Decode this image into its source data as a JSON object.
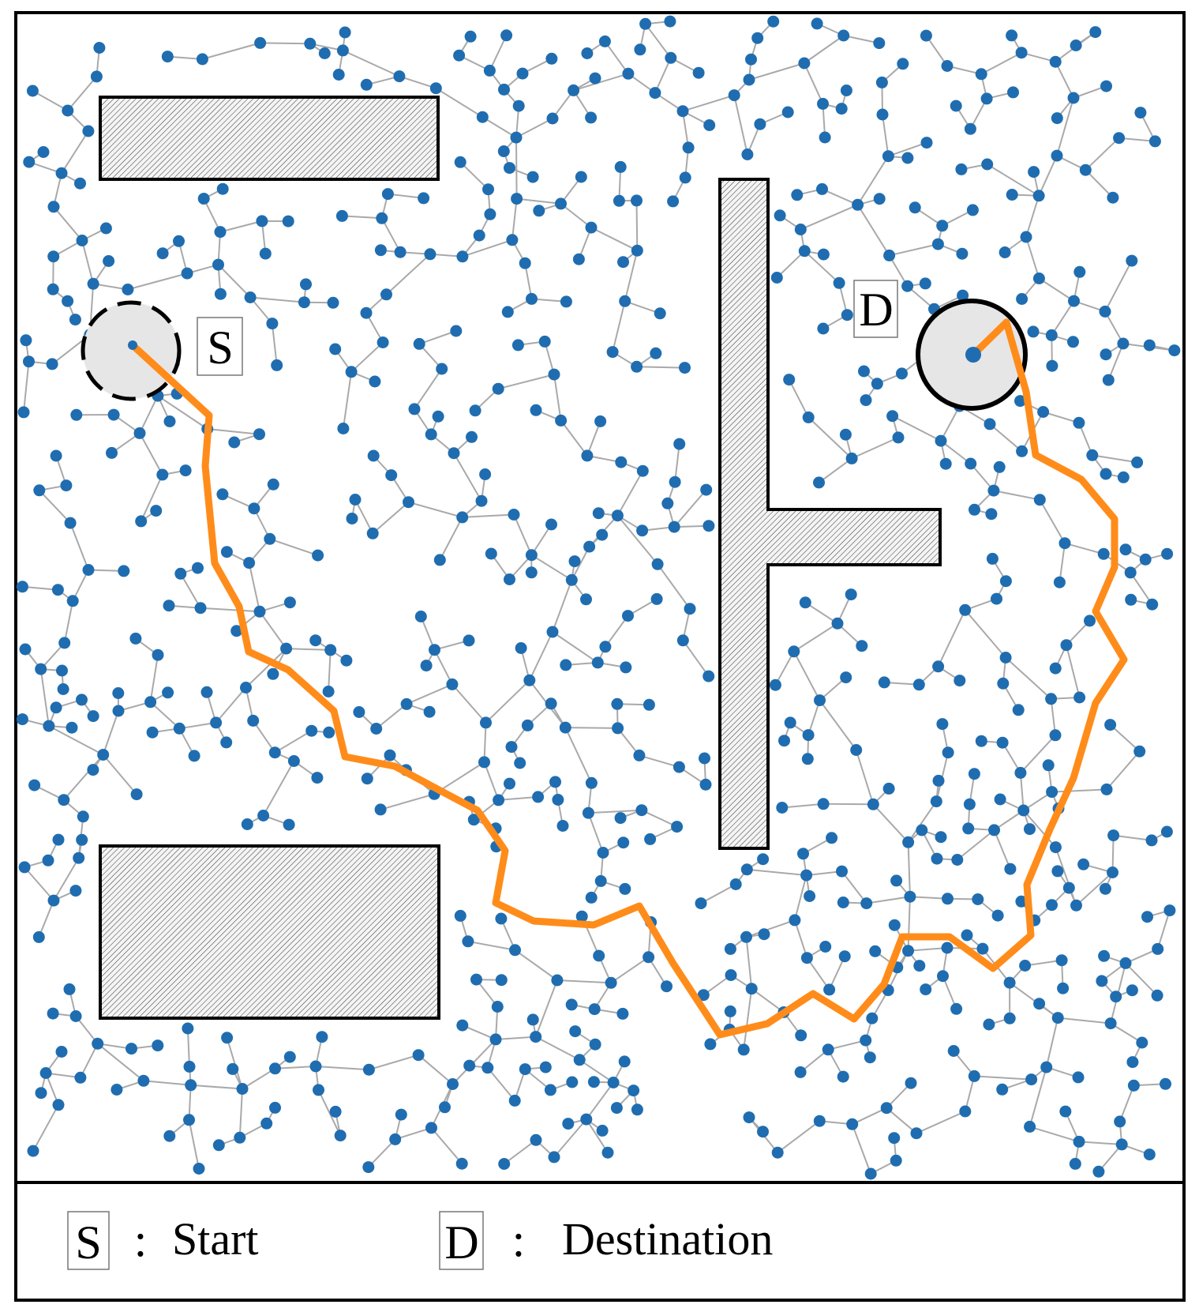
{
  "diagram": {
    "start_marker": "S",
    "destination_marker": "D",
    "legend": {
      "start_key": "S",
      "start_sep": ":",
      "start_label": "Start",
      "dest_key": "D",
      "dest_sep": ":",
      "dest_label": "Destination"
    }
  },
  "colors": {
    "node": "#1f6db0",
    "edge": "#a9a9a9",
    "path": "#ff8c1a",
    "obstacle_fill": "#f2f2f2",
    "region_fill": "#e6e6e6"
  }
}
